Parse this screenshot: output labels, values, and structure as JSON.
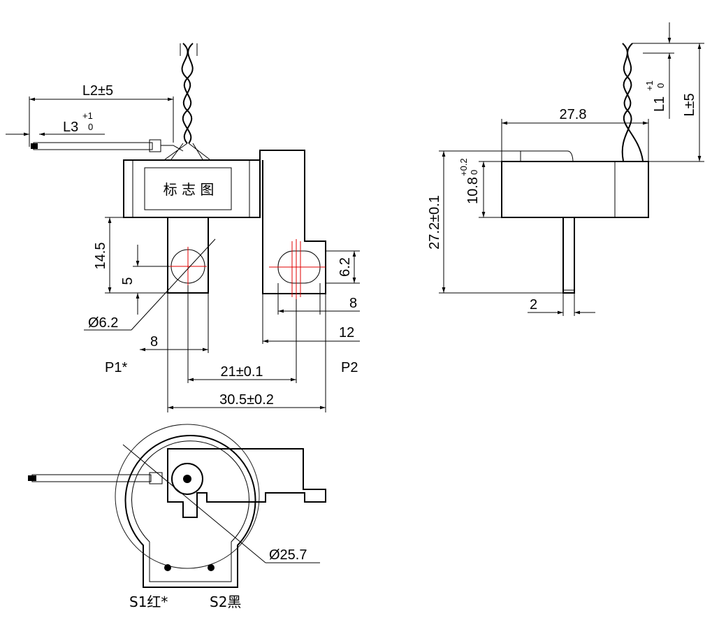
{
  "front_view": {
    "label_box": "标 志 图",
    "dims": {
      "l2": "L2±5",
      "l3": "L3",
      "l3_tol_top": "+1",
      "l3_tol_bottom": "0",
      "h14_5": "14.5",
      "h5": "5",
      "dia_hole": "Ø6.2",
      "w8_left": "8",
      "h6_2": "6.2",
      "w8_right": "8",
      "w12": "12",
      "c21": "21±0.1",
      "c30_5": "30.5±0.2"
    },
    "terminals": {
      "p1": "P1*",
      "p2": "P2"
    }
  },
  "side_view": {
    "dims": {
      "w27_8": "27.8",
      "h10_8": "10.8",
      "h10_8_tol_top": "+0.2",
      "h10_8_tol_bottom": "0",
      "h27_2": "27.2±0.1",
      "t2": "2",
      "l1": "L1",
      "l1_tol_top": "+1",
      "l1_tol_bottom": "0",
      "l": "L±5"
    }
  },
  "bottom_view": {
    "dims": {
      "dia_outer": "Ø25.7"
    },
    "terminals": {
      "s1": "S1红*",
      "s2": "S2黑"
    }
  },
  "colors": {
    "line": "#000000",
    "center_line": "#e00000",
    "background": "#ffffff"
  }
}
